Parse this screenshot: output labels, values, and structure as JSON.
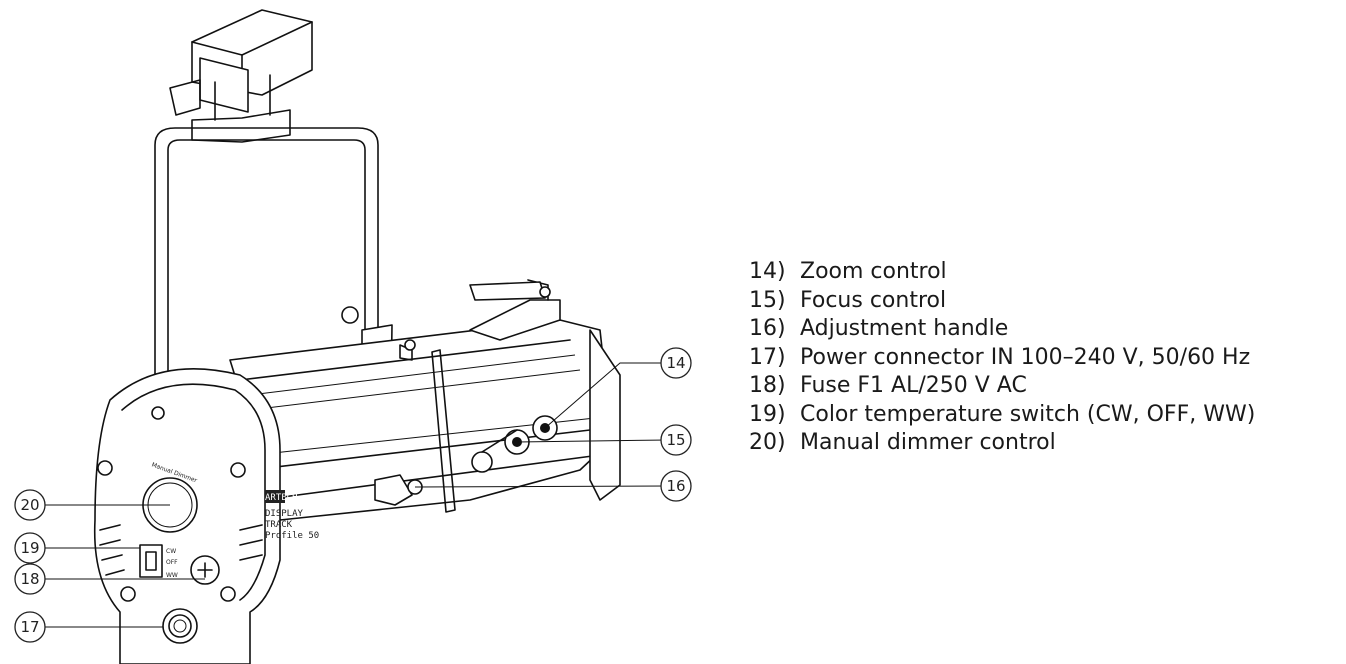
{
  "legend": [
    {
      "num": "14)",
      "text": "Zoom control"
    },
    {
      "num": "15)",
      "text": "Focus control"
    },
    {
      "num": "16)",
      "text": "Adjustment handle"
    },
    {
      "num": "17)",
      "text": "Power connector IN 100–240 V, 50/60 Hz"
    },
    {
      "num": "18)",
      "text": "Fuse F1 AL/250 V AC"
    },
    {
      "num": "19)",
      "text": "Color temperature switch (CW, OFF, WW)"
    },
    {
      "num": "20)",
      "text": "Manual dimmer control"
    }
  ],
  "callouts": {
    "c14": "14",
    "c15": "15",
    "c16": "16",
    "c17": "17",
    "c18": "18",
    "c19": "19",
    "c20": "20"
  },
  "device_labels": {
    "dimmer": "Manual Dimmer",
    "brand": "ARTECH",
    "display": "DISPLAY",
    "track": "TRACK",
    "profile": "Profile 50"
  },
  "colors": {
    "line": "#111111",
    "background": "#ffffff",
    "text": "#1a1a1a"
  }
}
